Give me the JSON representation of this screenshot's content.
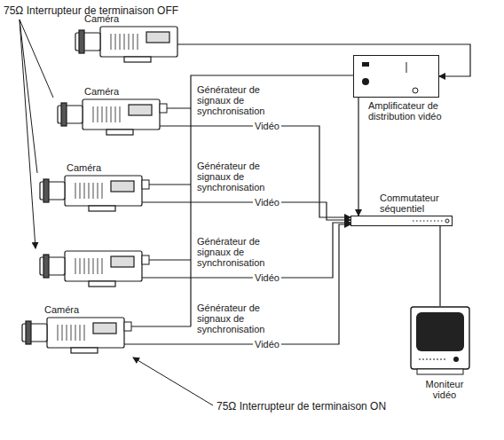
{
  "diagram": {
    "nodes": [
      {
        "text": [
          "Caméra"
        ]
      },
      {
        "text": [
          "Caméra"
        ]
      },
      {
        "text": [
          "Caméra"
        ]
      },
      {
        "text": [
          "Caméra"
        ]
      },
      {
        "text": [
          "Amplificateur de distribution vidéo"
        ]
      },
      {
        "text": [
          "Commutateur séquentiel"
        ]
      },
      {
        "text": [
          "Moniteur vidéo"
        ]
      }
    ],
    "edges": [
      {
        "from": 0,
        "to": 4,
        "arrow": "to"
      },
      {
        "from": 4,
        "to": 5,
        "arrow": "to"
      },
      {
        "from": 1,
        "to": 5,
        "arrow": "to"
      },
      {
        "from": 2,
        "to": 5,
        "arrow": "to"
      },
      {
        "from": 3,
        "to": 5,
        "arrow": "to"
      },
      {
        "from": 5,
        "to": 6,
        "arrow": "none"
      }
    ],
    "labels": [
      "75Ω Interrupteur de terminaison OFF",
      "75Ω Interrupteur de terminaison ON",
      "Générateur de signaux de synchronisation",
      "Générateur de signaux de synchronisation",
      "Générateur de signaux de synchronisation",
      "Générateur de signaux de synchronisation",
      "Vidéo",
      "Vidéo",
      "Vidéo",
      "Vidéo"
    ]
  }
}
